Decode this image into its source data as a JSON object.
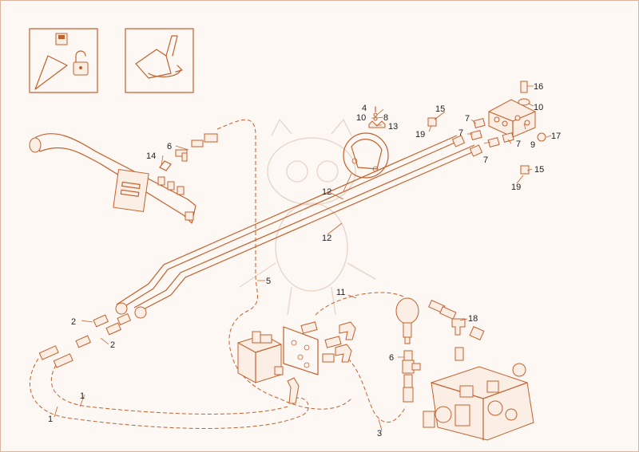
{
  "callouts": {
    "c1a": "1",
    "c1b": "1",
    "c2a": "2",
    "c2b": "2",
    "c3": "3",
    "c4": "4",
    "c5": "5",
    "c6a": "6",
    "c6b": "6",
    "c7a": "7",
    "c7b": "7",
    "c7c": "7",
    "c7d": "7",
    "c8": "8",
    "c9": "9",
    "c10a": "10",
    "c10b": "10",
    "c11": "11",
    "c12a": "12",
    "c12b": "12",
    "c13": "13",
    "c14": "14",
    "c15a": "15",
    "c15b": "15",
    "c16": "16",
    "c17": "17",
    "c18": "18",
    "c19a": "19",
    "c19b": "19"
  },
  "icons": [
    "lock-open-icon",
    "bucket-rotate-icon"
  ],
  "colors": {
    "line": "#c4602c",
    "background": "#fdf8f4",
    "label": "#222222"
  }
}
